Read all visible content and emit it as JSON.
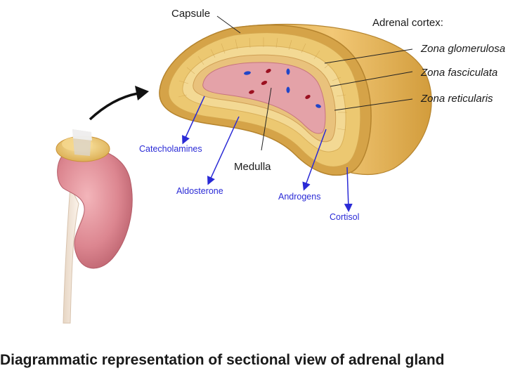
{
  "labels": {
    "capsule": "Capsule",
    "cortex_heading": "Adrenal cortex:",
    "medulla": "Medulla"
  },
  "zones": [
    {
      "name": "Zona glomerulosa"
    },
    {
      "name": "Zona fasciculata"
    },
    {
      "name": "Zona reticularis"
    }
  ],
  "hormones": [
    {
      "name": "Catecholamines"
    },
    {
      "name": "Aldosterone"
    },
    {
      "name": "Androgens"
    },
    {
      "name": "Cortisol"
    }
  ],
  "caption": "Diagrammatic representation of sectional view of adrenal gland",
  "colors": {
    "capsule": "#c99a3a",
    "cortex_outer": "#e9c267",
    "cortex_inner": "#f5deA0",
    "medulla": "#e3a0a6",
    "kidney": "#d9808a",
    "hormone_text": "#2a2ad6"
  }
}
